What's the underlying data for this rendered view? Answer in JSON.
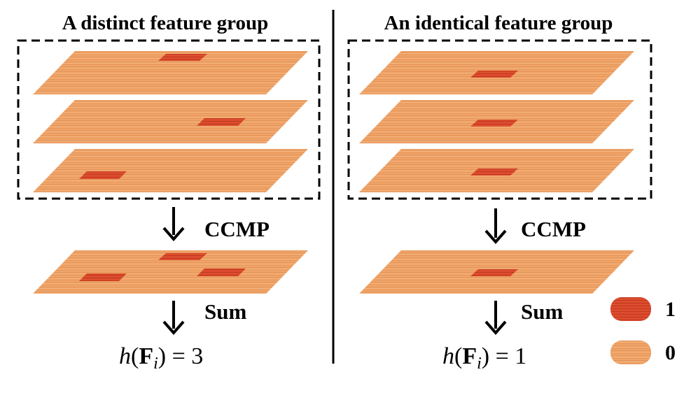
{
  "left_panel": {
    "title": "A distinct feature group",
    "op1": "CCMP",
    "op2": "Sum",
    "result": {
      "fn": "h",
      "arg": "F",
      "sub": "i",
      "eq": " = ",
      "value": "3"
    }
  },
  "right_panel": {
    "title": "An identical feature group",
    "op1": "CCMP",
    "op2": "Sum",
    "result": {
      "fn": "h",
      "arg": "F",
      "sub": "i",
      "eq": " = ",
      "value": "1"
    }
  },
  "legend": [
    {
      "label": "1",
      "color": "#d9482a"
    },
    {
      "label": "0",
      "color": "#f0a468"
    }
  ],
  "colors": {
    "plane": "#f0a468",
    "plane_stripe": "#d98a50",
    "active": "#d9482a",
    "active_stripe": "#b8341c"
  }
}
